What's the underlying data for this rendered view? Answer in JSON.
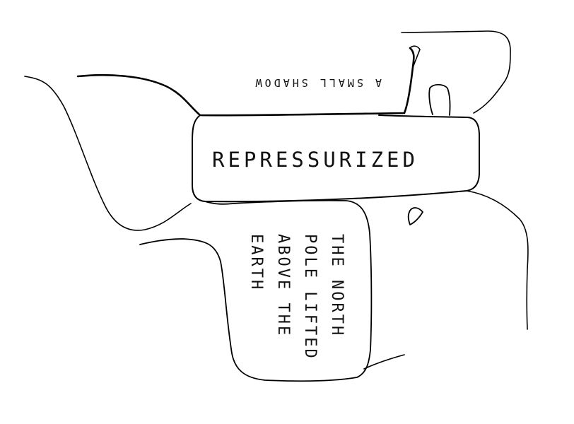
{
  "labels": {
    "small_shadow": "A SMALL SHADOW",
    "repressurized": "REPRESSURIZED",
    "north_pole_line1": "THE NORTH",
    "north_pole_line2": "POLE LIFTED",
    "north_pole_line3": "ABOVE THE",
    "north_pole_line4": "EARTH"
  },
  "colors": {
    "ink": "#000000",
    "paper": "#ffffff"
  }
}
